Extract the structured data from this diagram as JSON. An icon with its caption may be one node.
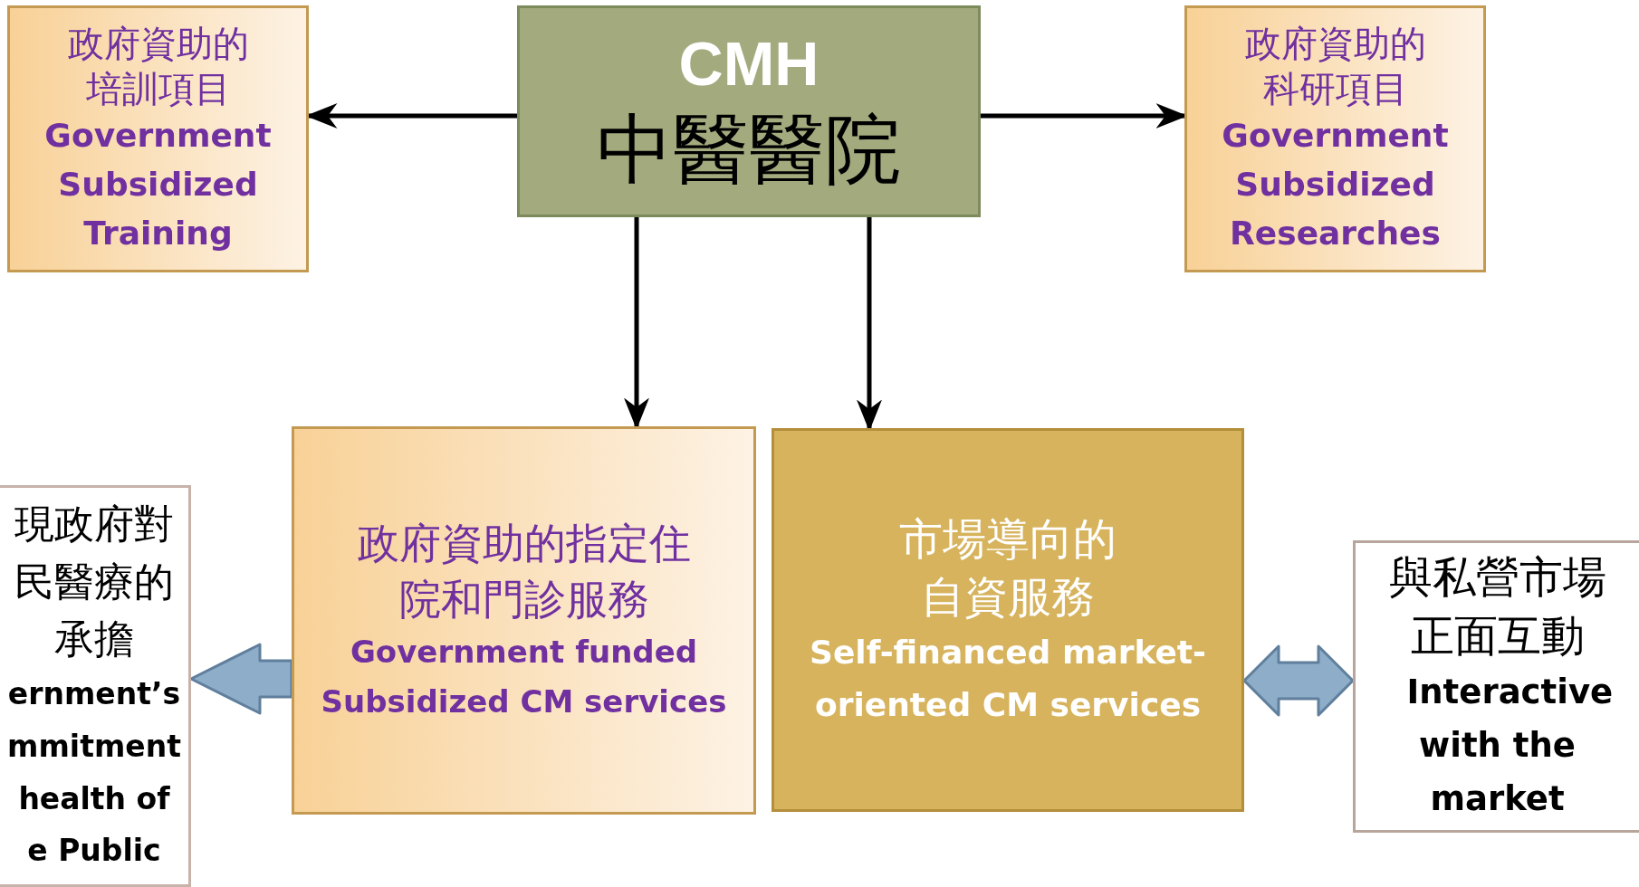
{
  "diagram": {
    "nodes": [
      {
        "text": [
          "CMH",
          "中醫醫院"
        ]
      },
      {
        "text": [
          "政府資助的培訓項目",
          "Government Subsidized Training"
        ]
      },
      {
        "text": [
          "政府資助的科研項目",
          "Government Subsidized Researches"
        ]
      },
      {
        "text": [
          "政府資助的指定住院和門診服務",
          "Government funded Subsidized CM services"
        ]
      },
      {
        "text": [
          "市場導向的自資服務",
          "Self-financed market-oriented CM services"
        ]
      },
      {
        "text": [
          "現政府對民醫療的承擔",
          "ernment’s mmitment health of e Public"
        ]
      },
      {
        "text": [
          "與私營市場正面互動",
          "Interactive with the market"
        ]
      }
    ],
    "edges": [
      {
        "from": 0,
        "to": 1,
        "arrow": "to"
      },
      {
        "from": 0,
        "to": 2,
        "arrow": "to"
      },
      {
        "from": 0,
        "to": 3,
        "arrow": "to"
      },
      {
        "from": 0,
        "to": 4,
        "arrow": "to"
      },
      {
        "from": 3,
        "to": 5,
        "arrow": "to",
        "style": "thick",
        "color": "#8eadc9"
      },
      {
        "from": 4,
        "to": 6,
        "arrow": "both",
        "style": "thick",
        "color": "#8eadc9"
      }
    ]
  }
}
